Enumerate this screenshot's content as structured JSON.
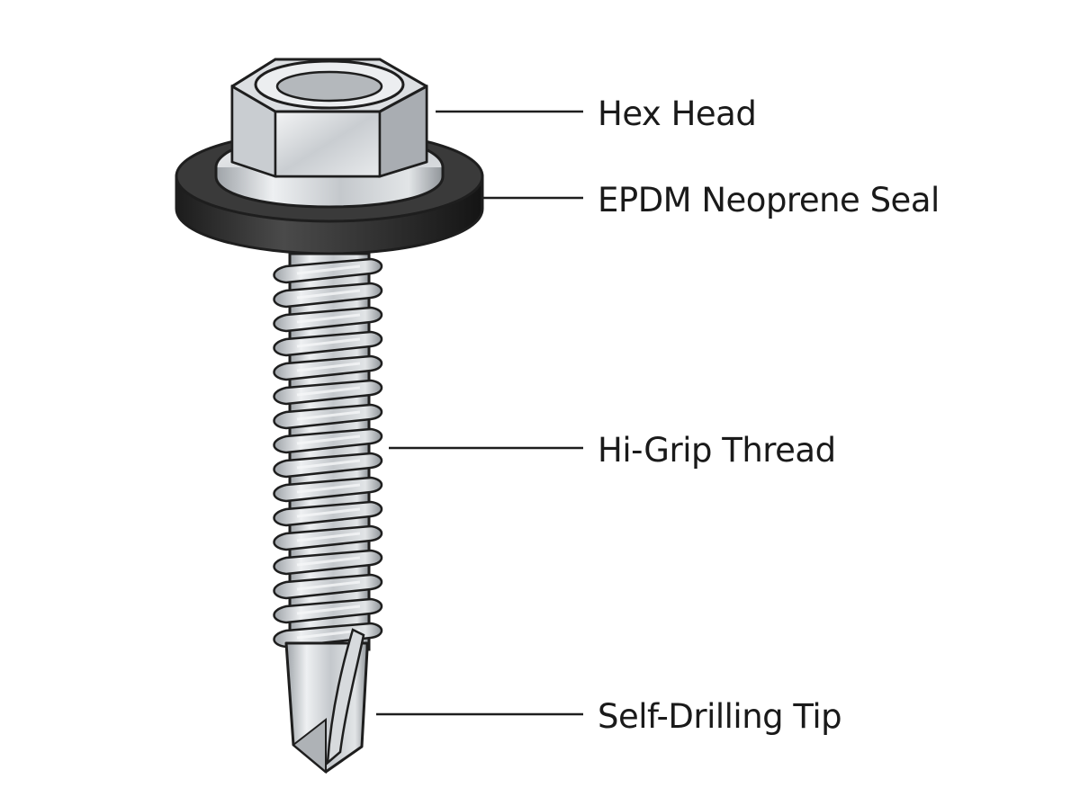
{
  "labels": {
    "hex_head": "Hex Head",
    "seal": "EPDM Neoprene Seal",
    "thread": "Hi-Grip Thread",
    "tip": "Self-Drilling Tip"
  },
  "colors": {
    "steel_light": "#e6e8ea",
    "steel_mid": "#b9bdc1",
    "steel_dark": "#8c9196",
    "seal": "#2b2b2b",
    "outline": "#1e1e1e",
    "leader": "#1e1e1e"
  }
}
